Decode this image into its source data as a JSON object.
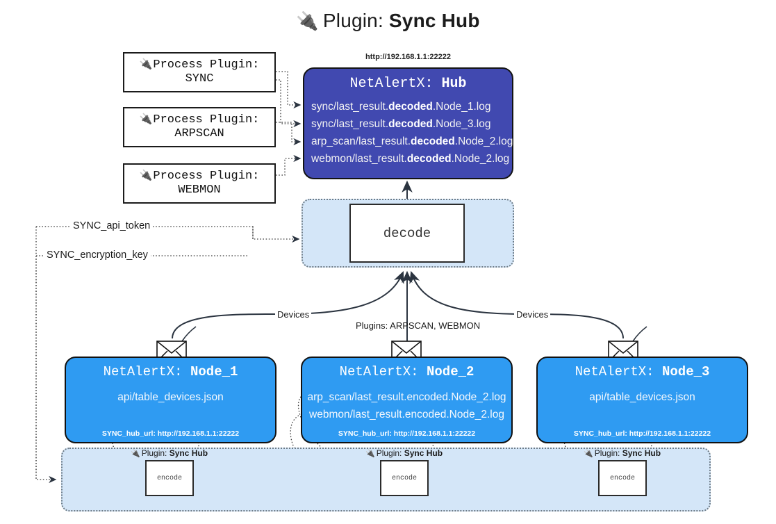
{
  "title": {
    "plug_icon": "🔌",
    "prefix": "Plugin:",
    "name": "Sync Hub"
  },
  "process_plugins": [
    {
      "icon": "🔌",
      "line1": "Process Plugin:",
      "line2": "SYNC"
    },
    {
      "icon": "🔌",
      "line1": "Process Plugin:",
      "line2": "ARPSCAN"
    },
    {
      "icon": "🔌",
      "line1": "Process Plugin:",
      "line2": "WEBMON"
    }
  ],
  "hub": {
    "url": "http://192.168.1.1:22222",
    "title_prefix": "NetAlertX:",
    "title_name": "Hub",
    "log_lines": [
      {
        "pre": "sync/last_result.",
        "mid": "decoded",
        "post": ".Node_1.log"
      },
      {
        "pre": "sync/last_result.",
        "mid": "decoded",
        "post": ".Node_3.log"
      },
      {
        "pre": "arp_scan/last_result.",
        "mid": "decoded",
        "post": ".Node_2.log"
      },
      {
        "pre": "webmon/last_result.",
        "mid": "decoded",
        "post": ".Node_2.log"
      }
    ]
  },
  "decode": {
    "label": "decode"
  },
  "secrets": {
    "api_token": "SYNC_api_token",
    "encryption_key": "SYNC_encryption_key"
  },
  "edge_labels": {
    "devices_left": "Devices",
    "devices_right": "Devices",
    "plugins_center": "Plugins: ARPSCAN, WEBMON"
  },
  "nodes": [
    {
      "title_prefix": "NetAlertX:",
      "title_name": "Node_1",
      "lines": [
        "api/table_devices.json"
      ],
      "foot": "SYNC_hub_url: http://192.168.1.1:22222",
      "icon": "envelope-icon"
    },
    {
      "title_prefix": "NetAlertX:",
      "title_name": "Node_2",
      "lines": [
        "arp_scan/last_result.encoded.Node_2.log",
        "webmon/last_result.encoded.Node_2.log"
      ],
      "foot": "SYNC_hub_url: http://192.168.1.1:22222",
      "icon": "envelope-icon"
    },
    {
      "title_prefix": "NetAlertX:",
      "title_name": "Node_3",
      "lines": [
        "api/table_devices.json"
      ],
      "foot": "SYNC_hub_url: http://192.168.1.1:22222",
      "icon": "envelope-icon"
    }
  ],
  "encoders": [
    {
      "label": "encode",
      "plugin_icon": "🔌",
      "plugin_prefix": "Plugin:",
      "plugin_name": "Sync Hub"
    },
    {
      "label": "encode",
      "plugin_icon": "🔌",
      "plugin_prefix": "Plugin:",
      "plugin_name": "Sync Hub"
    },
    {
      "label": "encode",
      "plugin_icon": "🔌",
      "plugin_prefix": "Plugin:",
      "plugin_name": "Sync Hub"
    }
  ],
  "colors": {
    "hub_fill": "#4149b0",
    "node_fill": "#2f9bf2",
    "container_fill": "#d4e6f8",
    "stroke": "#111111",
    "dotted_stroke": "#6d7b86"
  }
}
